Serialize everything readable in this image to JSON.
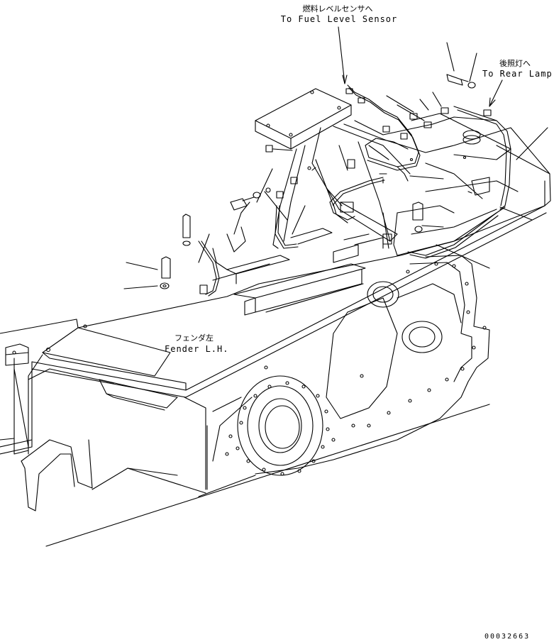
{
  "labels": {
    "fuel_sensor_jp": "燃料レベルセンサへ",
    "fuel_sensor_en": "To Fuel Level Sensor",
    "rear_lamp_jp": "後照灯へ",
    "rear_lamp_en": "To Rear Lamp",
    "fender_jp": "フェンダ左",
    "fender_en": "Fender L.H."
  },
  "drawing_number": "00032663",
  "colors": {
    "line": "#000000",
    "background": "#ffffff"
  }
}
